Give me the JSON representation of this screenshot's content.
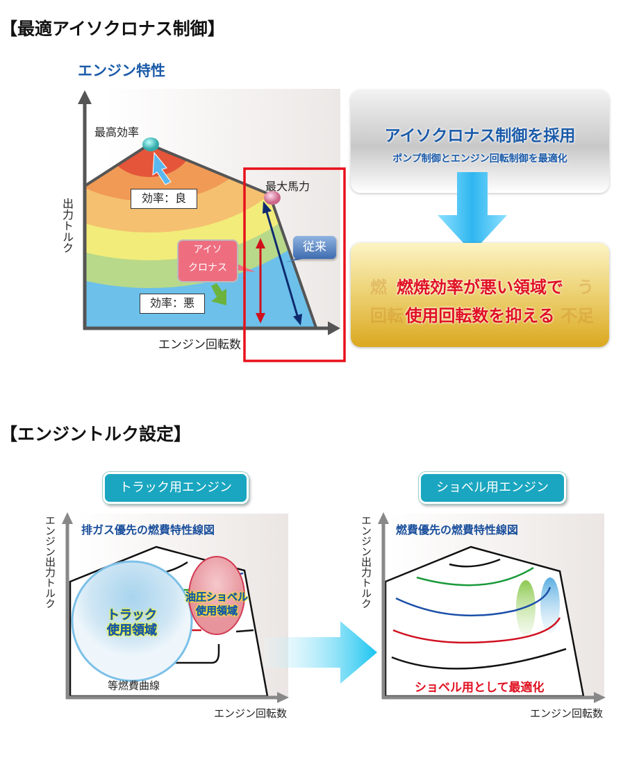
{
  "section1": {
    "heading": "【最適アイソクロナス制御】",
    "chart_title": "エンジン特性",
    "y_axis_label": "出力トルク",
    "x_axis_label": "エンジン回転数",
    "peak_label": "最高効率",
    "max_power_label": "最大馬力",
    "good_label": "効率：良",
    "bad_label": "効率：悪",
    "isochronous_line1": "アイソ",
    "isochronous_line2": "クロナス",
    "conventional_label": "従来",
    "adopt_box": {
      "title": "アイソクロナス制御を採用",
      "subtitle": "ポンプ制御とエンジン回転制御を最適化"
    },
    "result_box": {
      "line1": "燃焼効率が悪い領域で",
      "line2": "使用回転数を抑える",
      "ghost_left_1": "燃",
      "ghost_right_1": "う",
      "ghost_left_2": "回転",
      "ghost_right_2": "不足"
    }
  },
  "section2": {
    "heading": "【エンジントルク設定】",
    "truck": {
      "tag": "トラック用エンジン",
      "title": "排ガス優先の燃費特性線図",
      "y_axis_label": "エンジン出力トルク",
      "x_axis_label": "エンジン回転数",
      "truck_region_line1": "トラック",
      "truck_region_line2": "使用領域",
      "shovel_region_line1": "油圧ショベル",
      "shovel_region_line2": "使用領域",
      "curve_label": "等燃費曲線"
    },
    "shovel": {
      "tag": "ショベル用エンジン",
      "title": "燃費優先の燃費特性線図",
      "y_axis_label": "エンジン出力トルク",
      "x_axis_label": "エンジン回転数",
      "optimized_label": "ショベル用として最適化"
    }
  },
  "colors": {
    "accent_blue": "#1a5aa8",
    "teal": "#1aa6c0",
    "red": "#e01020",
    "gold": "#e6b820"
  }
}
